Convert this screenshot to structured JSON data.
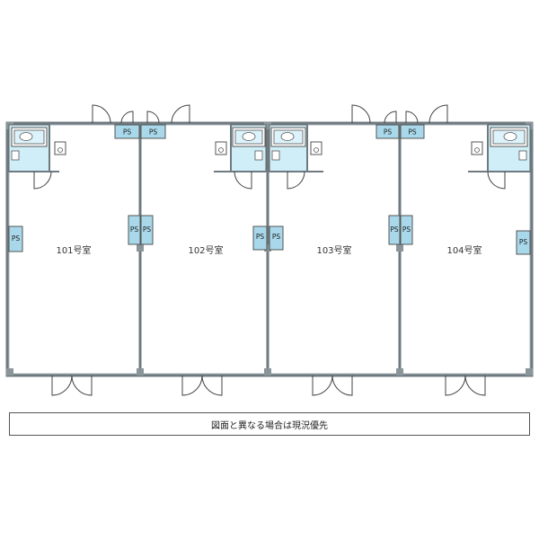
{
  "rooms": [
    {
      "label": "101号室"
    },
    {
      "label": "102号室"
    },
    {
      "label": "103号室"
    },
    {
      "label": "104号室"
    }
  ],
  "ps_label": "PS",
  "note": "図面と異なる場合は現況優先",
  "colors": {
    "wall": "#6e7a80",
    "wall_fill": "#a9b3b8",
    "ps_fill": "#a8d8ea",
    "tile_fill": "#cfeef8",
    "line": "#444444"
  }
}
